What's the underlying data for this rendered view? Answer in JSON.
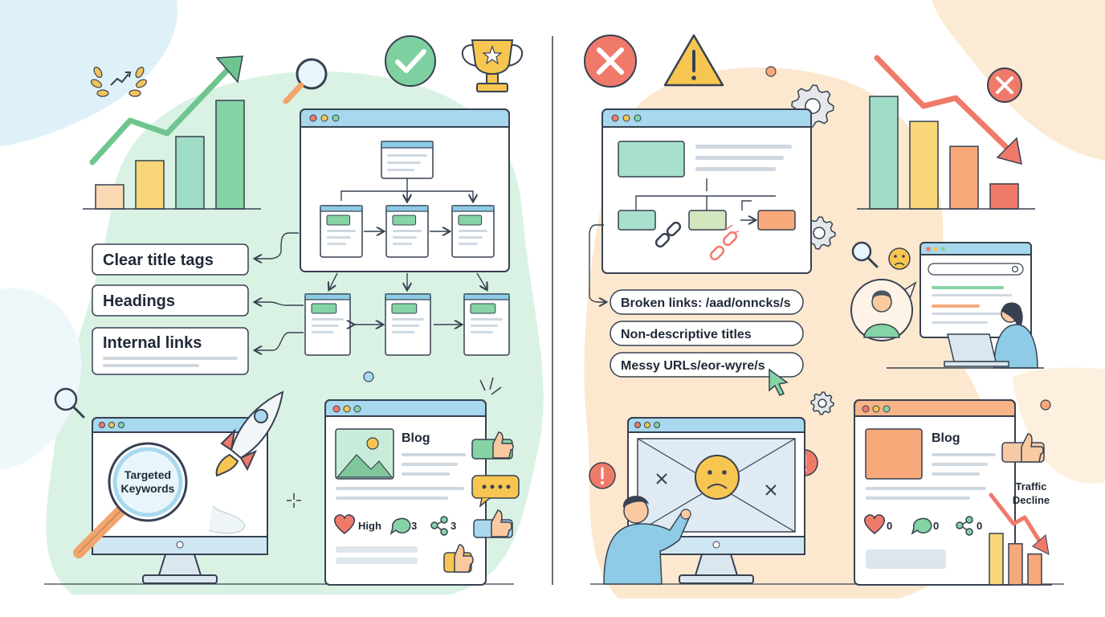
{
  "left": {
    "labels": [
      "Clear title tags",
      "Headings",
      "Internal links"
    ],
    "magnifier_text": [
      "Targeted",
      "Keywords"
    ],
    "blog": {
      "title": "Blog",
      "likes": "High",
      "comments": "3",
      "shares": "3"
    }
  },
  "right": {
    "labels": [
      "Broken links: /aad/onncks/s",
      "Non-descriptive titles",
      "Messy URLs/eor-wyre/s"
    ],
    "blog": {
      "title": "Blog",
      "likes": "0",
      "comments": "0",
      "shares": "0"
    },
    "traffic_label": [
      "Traffic",
      "Decline"
    ]
  },
  "colors": {
    "green": "#86d3a5",
    "yellow": "#f9d778",
    "teal": "#9fdcc5",
    "orange": "#f7a97a",
    "red": "#f07a6a",
    "blue": "#8ecbe6",
    "outline": "#374151",
    "left_bg": "#d6f1e2",
    "right_bg": "#fbe6cc"
  },
  "chart_data": [
    {
      "type": "bar",
      "values": [
        2,
        4,
        6,
        9
      ]
    },
    {
      "type": "bar",
      "values": [
        9,
        7,
        5,
        2
      ]
    },
    {
      "type": "bar",
      "values": [
        5,
        4,
        3
      ]
    }
  ]
}
